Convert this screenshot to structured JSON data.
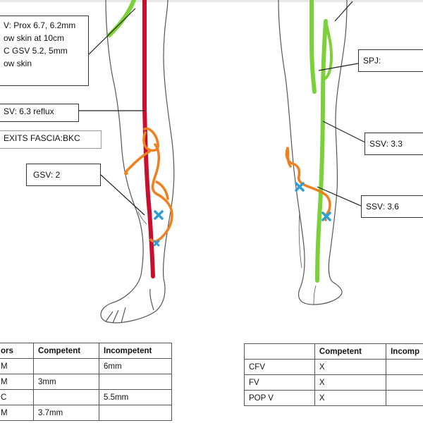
{
  "labels": {
    "gsv_prox_lines": [
      "V: Prox 6.7, 6.2mm",
      "ow skin at 10cm",
      "C GSV 5.2, 5mm",
      "ow skin"
    ],
    "gsv_reflux": "SV:  6.3 reflux",
    "exits_fascia": "EXITS FASCIA:BKC",
    "gsv_calf": "GSV:  2",
    "spj": "SPJ:",
    "ssv_upper": "SSV:  3.3",
    "ssv_lower": "SSV:  3.6"
  },
  "left_table": {
    "headers": [
      "ors",
      "Competent",
      "Incompetent"
    ],
    "rows": [
      [
        "M",
        "",
        "6mm"
      ],
      [
        "M",
        "3mm",
        ""
      ],
      [
        "C",
        "",
        "5.5mm"
      ],
      [
        "M",
        "3.7mm",
        ""
      ]
    ]
  },
  "right_table": {
    "headers": [
      "",
      "Competent",
      "Incomp"
    ],
    "rows": [
      [
        "CFV",
        "X",
        ""
      ],
      [
        "FV",
        "X",
        ""
      ],
      [
        "POP V",
        "X",
        ""
      ]
    ]
  },
  "colors": {
    "gsv_vein": "#c8102e",
    "ssv_vein": "#7bd13a",
    "tributary": "#f07f1e",
    "perforator_mark": "#2a9fd8",
    "outline": "#555555"
  }
}
